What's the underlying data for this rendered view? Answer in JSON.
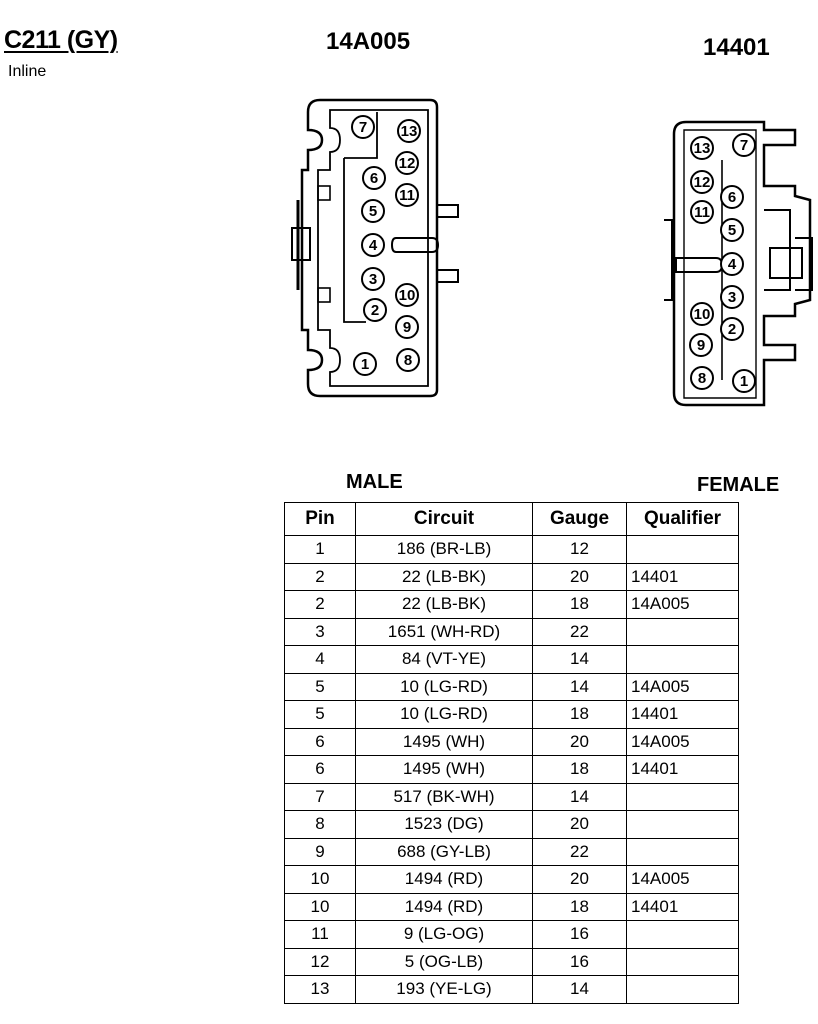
{
  "header": {
    "connector_id": "C211 (GY)",
    "connector_type": "Inline",
    "male_part_number": "14A005",
    "female_part_number": "14401"
  },
  "labels": {
    "male": "MALE",
    "female": "FEMALE"
  },
  "male_pins": [
    "1",
    "2",
    "3",
    "4",
    "5",
    "6",
    "7",
    "8",
    "9",
    "10",
    "11",
    "12",
    "13"
  ],
  "female_pins": [
    "1",
    "2",
    "3",
    "4",
    "5",
    "6",
    "7",
    "8",
    "9",
    "10",
    "11",
    "12",
    "13"
  ],
  "table": {
    "headers": [
      "Pin",
      "Circuit",
      "Gauge",
      "Qualifier"
    ],
    "rows": [
      {
        "pin": "1",
        "circuit": "186 (BR-LB)",
        "gauge": "12",
        "qualifier": ""
      },
      {
        "pin": "2",
        "circuit": "22 (LB-BK)",
        "gauge": "20",
        "qualifier": "14401"
      },
      {
        "pin": "2",
        "circuit": "22 (LB-BK)",
        "gauge": "18",
        "qualifier": "14A005"
      },
      {
        "pin": "3",
        "circuit": "1651 (WH-RD)",
        "gauge": "22",
        "qualifier": ""
      },
      {
        "pin": "4",
        "circuit": "84 (VT-YE)",
        "gauge": "14",
        "qualifier": ""
      },
      {
        "pin": "5",
        "circuit": "10 (LG-RD)",
        "gauge": "14",
        "qualifier": "14A005"
      },
      {
        "pin": "5",
        "circuit": "10 (LG-RD)",
        "gauge": "18",
        "qualifier": "14401"
      },
      {
        "pin": "6",
        "circuit": "1495 (WH)",
        "gauge": "20",
        "qualifier": "14A005"
      },
      {
        "pin": "6",
        "circuit": "1495 (WH)",
        "gauge": "18",
        "qualifier": "14401"
      },
      {
        "pin": "7",
        "circuit": "517 (BK-WH)",
        "gauge": "14",
        "qualifier": ""
      },
      {
        "pin": "8",
        "circuit": "1523 (DG)",
        "gauge": "20",
        "qualifier": ""
      },
      {
        "pin": "9",
        "circuit": "688 (GY-LB)",
        "gauge": "22",
        "qualifier": ""
      },
      {
        "pin": "10",
        "circuit": "1494 (RD)",
        "gauge": "20",
        "qualifier": "14A005"
      },
      {
        "pin": "10",
        "circuit": "1494 (RD)",
        "gauge": "18",
        "qualifier": "14401"
      },
      {
        "pin": "11",
        "circuit": "9 (LG-OG)",
        "gauge": "16",
        "qualifier": ""
      },
      {
        "pin": "12",
        "circuit": "5 (OG-LB)",
        "gauge": "16",
        "qualifier": ""
      },
      {
        "pin": "13",
        "circuit": "193 (YE-LG)",
        "gauge": "14",
        "qualifier": ""
      }
    ]
  }
}
